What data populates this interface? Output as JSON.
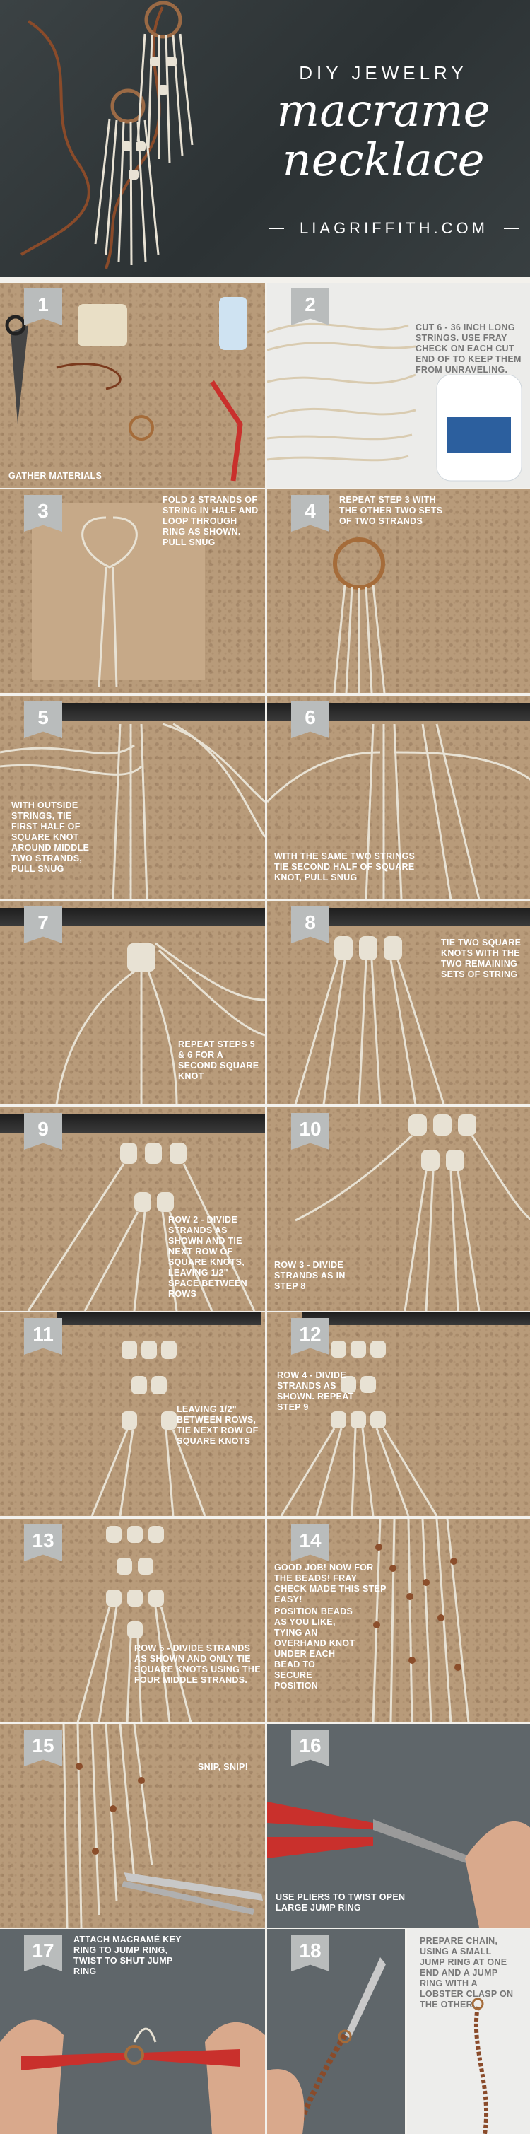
{
  "hero": {
    "subtitle": "DIY JEWELRY",
    "title_line1": "macrame",
    "title_line2": "necklace",
    "brand": "LIAGRIFFITH.COM"
  },
  "steps": [
    {
      "number": "1",
      "caption": "GATHER MATERIALS"
    },
    {
      "number": "2",
      "caption": "CUT 6 - 36 INCH LONG STRINGS. USE FRAY CHECK ON EACH CUT END OF TO KEEP THEM FROM UNRAVELING."
    },
    {
      "number": "3",
      "caption": "FOLD 2 STRANDS OF STRING IN HALF AND LOOP THROUGH RING AS SHOWN. PULL SNUG"
    },
    {
      "number": "4",
      "caption": "REPEAT STEP 3 WITH THE OTHER TWO SETS OF TWO STRANDS"
    },
    {
      "number": "5",
      "caption": "WITH OUTSIDE STRINGS, TIE FIRST HALF OF SQUARE KNOT AROUND MIDDLE TWO STRANDS, PULL SNUG"
    },
    {
      "number": "6",
      "caption": "WITH THE SAME TWO STRINGS TIE SECOND HALF OF SQUARE KNOT, PULL SNUG"
    },
    {
      "number": "7",
      "caption": "REPEAT STEPS 5 & 6 FOR A SECOND SQUARE KNOT"
    },
    {
      "number": "8",
      "caption": "TIE TWO SQUARE KNOTS WITH THE TWO REMAINING SETS OF STRING"
    },
    {
      "number": "9",
      "caption": "ROW 2 - DIVIDE STRANDS AS SHOWN AND TIE NEXT ROW OF SQUARE KNOTS, LEAVING 1/2\" SPACE BETWEEN ROWS"
    },
    {
      "number": "10",
      "caption": "ROW 3 - DIVIDE STRANDS AS IN STEP 8"
    },
    {
      "number": "11",
      "caption": "LEAVING 1/2\" BETWEEN ROWS, TIE NEXT ROW OF SQUARE KNOTS"
    },
    {
      "number": "12",
      "caption": "ROW 4 - DIVIDE STRANDS AS SHOWN. REPEAT STEP 9"
    },
    {
      "number": "13",
      "caption": "ROW 5 - DIVIDE STRANDS AS SHOWN AND ONLY TIE SQUARE KNOTS USING THE FOUR MIDDLE STRANDS."
    },
    {
      "number": "14",
      "caption_1": "GOOD JOB! NOW FOR THE BEADS! FRAY CHECK MADE THIS STEP EASY!",
      "caption_2": "POSITION BEADS AS YOU LIKE, TYING AN OVERHAND KNOT UNDER EACH BEAD TO SECURE POSITION"
    },
    {
      "number": "15",
      "caption": "SNIP, SNIP!"
    },
    {
      "number": "16",
      "caption": "USE PLIERS TO TWIST OPEN LARGE JUMP RING"
    },
    {
      "number": "17",
      "caption": "ATTACH MACRAMÉ KEY RING TO JUMP RING, TWIST TO SHUT JUMP RING"
    },
    {
      "number": "18",
      "caption": "PREPARE CHAIN, USING A SMALL JUMP RING AT ONE END AND A JUMP RING WITH A LOBSTER CLASP ON THE OTHER."
    }
  ],
  "colors": {
    "badge": "#b9bcbc",
    "cork": "#b89b7a",
    "hero_bg": "#333a3c"
  }
}
